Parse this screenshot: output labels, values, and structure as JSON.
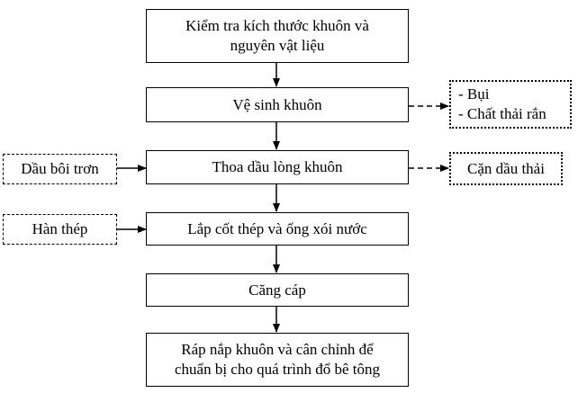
{
  "steps": [
    {
      "line1": "Kiểm tra kích thước khuôn và",
      "line2": "nguyên vật liệu"
    },
    {
      "text": "Vệ sinh khuôn"
    },
    {
      "text": "Thoa dầu lòng khuôn"
    },
    {
      "text": "Lắp cốt thép và ống xói nước"
    },
    {
      "text": "Căng cáp"
    },
    {
      "line1": "Ráp nắp khuôn và cân chỉnh để",
      "line2": "chuẩn bị cho quá trình đổ bê tông"
    }
  ],
  "inputs": [
    {
      "text": "Dầu bôi trơn"
    },
    {
      "text": "Hàn thép"
    }
  ],
  "outputs": [
    {
      "items": [
        "- Bụi",
        "- Chất thải rắn"
      ]
    },
    {
      "text": "Cặn dầu thải"
    }
  ]
}
